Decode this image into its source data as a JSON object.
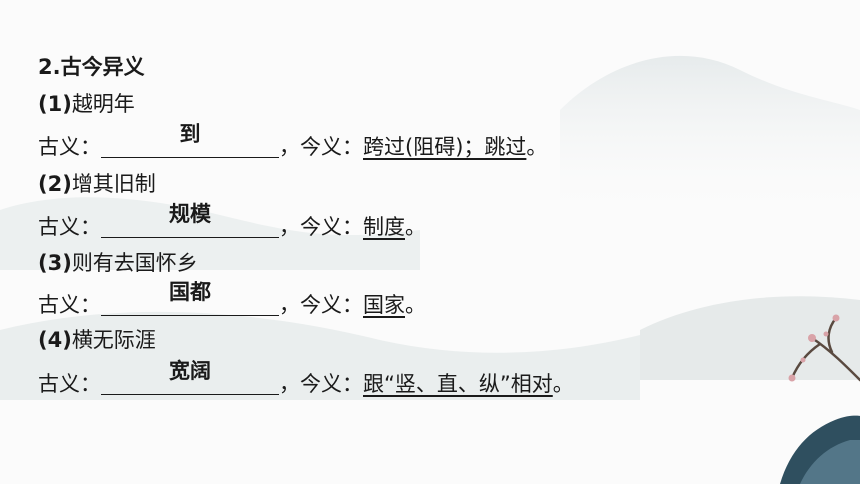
{
  "section_title": "2.古今异义",
  "items": [
    {
      "number": "(1)",
      "phrase": "越明年",
      "ancient_label": "古义：",
      "answer": "到",
      "modern_label": "，今义：",
      "modern": "跨过(阻碍)；跳过",
      "end": "。"
    },
    {
      "number": "(2)",
      "phrase": "增其旧制",
      "ancient_label": "古义：",
      "answer": "规模",
      "modern_label": "，今义：",
      "modern": "制度",
      "end": "。"
    },
    {
      "number": "(3)",
      "phrase": "则有去国怀乡",
      "ancient_label": "古义：",
      "answer": "国都",
      "modern_label": "，今义：",
      "modern": "国家",
      "end": "。"
    },
    {
      "number": "(4)",
      "phrase": "横无际涯",
      "ancient_label": "古义：",
      "answer": "宽阔",
      "modern_label": "，今义：",
      "modern": "跟“竖、直、纵”相对",
      "end": "。"
    }
  ]
}
